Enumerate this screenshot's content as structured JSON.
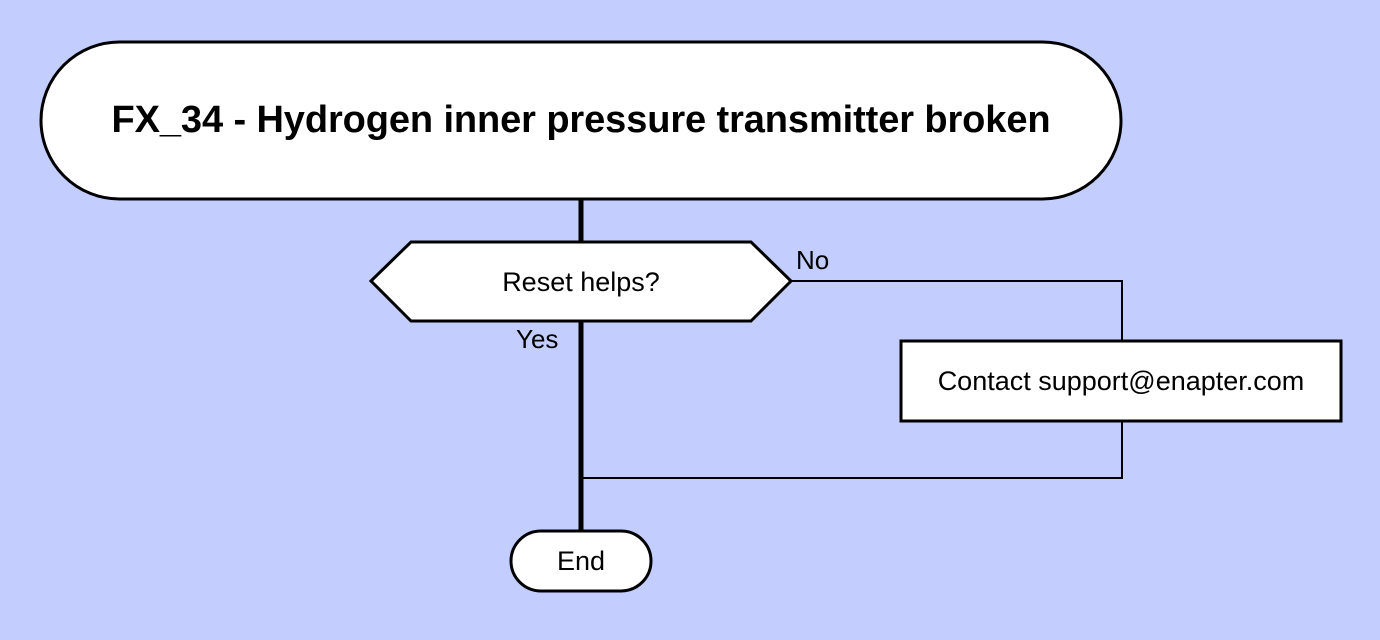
{
  "diagram": {
    "type": "flowchart",
    "background_color": "#c3cefe",
    "node_fill_color": "#ffffff",
    "stroke_color": "#000000",
    "nodes": {
      "title": {
        "shape": "stadium",
        "label": "FX_34 - Hydrogen inner pressure transmitter broken"
      },
      "decision": {
        "shape": "hexagon",
        "label": "Reset helps?"
      },
      "process": {
        "shape": "rectangle",
        "label": "Contact support@enapter.com"
      },
      "end": {
        "shape": "stadium",
        "label": "End"
      }
    },
    "edges": {
      "yes_label": "Yes",
      "no_label": "No"
    }
  }
}
